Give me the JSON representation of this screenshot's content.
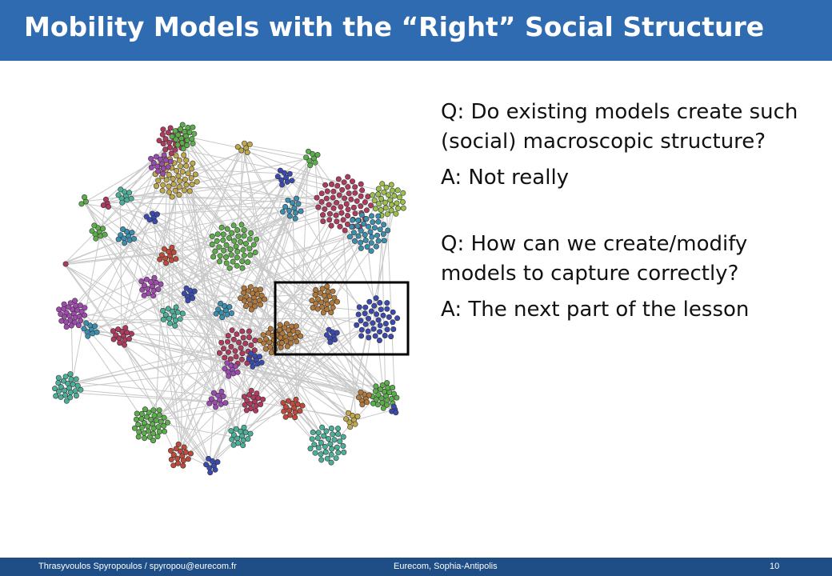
{
  "slide": {
    "title": "Mobility Models with the “Right” Social Structure",
    "qa": [
      {
        "q": "Q: Do existing models create such (social) macroscopic structure?",
        "a": "A: Not really"
      },
      {
        "q": "Q: How can we create/modify models to capture correctly?",
        "a": "A: The next part of the lesson"
      }
    ]
  },
  "figure": {
    "edge_color": "#c8c8c8",
    "highlight_box_color": "#000000",
    "community_colors": [
      "#b03a5e",
      "#5cae4a",
      "#c0a84a",
      "#9a4ab0",
      "#3a8fb0",
      "#3a4ab0",
      "#4ab09a",
      "#c04a3a",
      "#b0783a",
      "#a04ab0",
      "#9ac04a",
      "#b04a8a"
    ]
  },
  "footer": {
    "author": "Thrasyvoulos Spyropoulos / spyropou@eurecom.fr",
    "institution": "Eurecom, Sophia-Antipolis",
    "page": "10"
  },
  "theme": {
    "header_bg": "#2e6bb0",
    "footer_bg": "#1f4e87",
    "text": "#111111"
  }
}
